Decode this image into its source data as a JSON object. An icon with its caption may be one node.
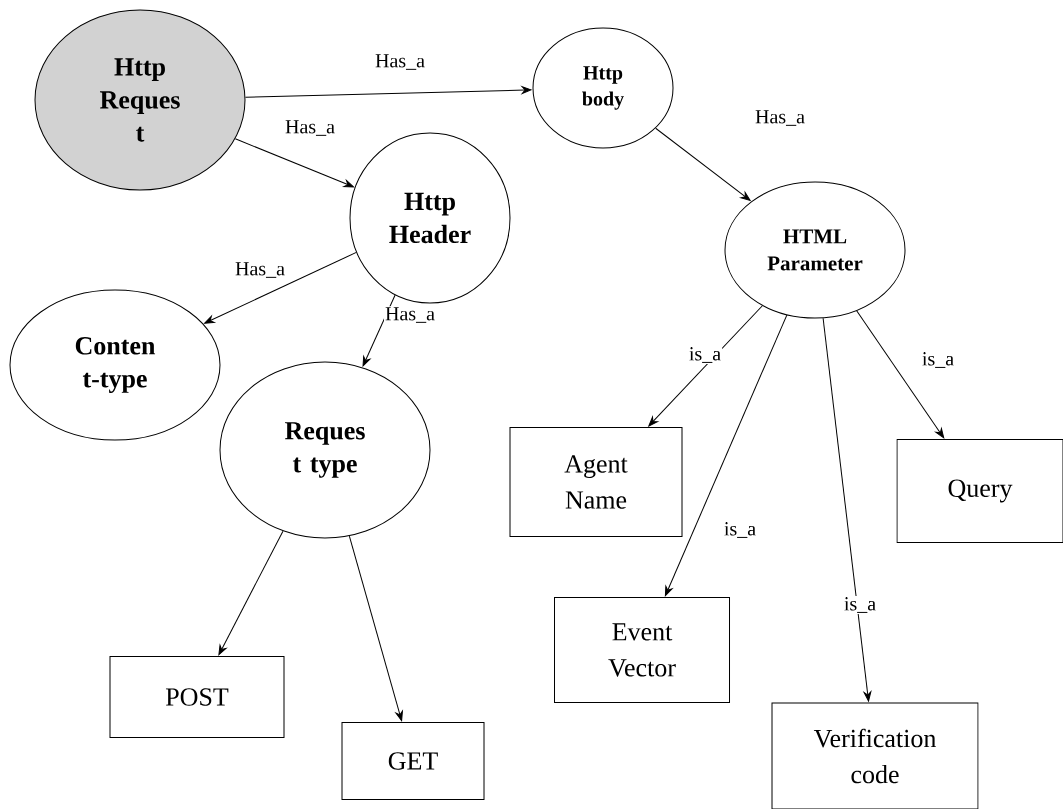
{
  "diagram": {
    "nodes": [
      {
        "text": [
          "Http Reques t"
        ]
      },
      {
        "text": [
          "Http body"
        ]
      },
      {
        "text": [
          "Http Header"
        ]
      },
      {
        "text": [
          "HTML Parameter"
        ]
      },
      {
        "text": [
          "Conten t-type"
        ]
      },
      {
        "text": [
          "Reques t type"
        ]
      },
      {
        "text": [
          "Agent Name"
        ]
      },
      {
        "text": [
          "Query"
        ]
      },
      {
        "text": [
          "Event Vector"
        ]
      },
      {
        "text": [
          "Verification code"
        ]
      },
      {
        "text": [
          "POST"
        ]
      },
      {
        "text": [
          "GET"
        ]
      }
    ],
    "edges": [
      {
        "from": 0,
        "to": 1,
        "arrow": "to",
        "label": "Has_a"
      },
      {
        "from": 0,
        "to": 2,
        "arrow": "to",
        "label": "Has_a"
      },
      {
        "from": 1,
        "to": 3,
        "arrow": "to",
        "label": "Has_a"
      },
      {
        "from": 2,
        "to": 4,
        "arrow": "to",
        "label": "Has_a"
      },
      {
        "from": 2,
        "to": 5,
        "arrow": "to",
        "label": "Has_a"
      },
      {
        "from": 3,
        "to": 6,
        "arrow": "to",
        "label": "is_a"
      },
      {
        "from": 3,
        "to": 8,
        "arrow": "to",
        "label": "is_a"
      },
      {
        "from": 3,
        "to": 9,
        "arrow": "to",
        "label": "is_a"
      },
      {
        "from": 3,
        "to": 7,
        "arrow": "to",
        "label": "is_a"
      },
      {
        "from": 5,
        "to": 10,
        "arrow": "to"
      },
      {
        "from": 5,
        "to": 11,
        "arrow": "to"
      }
    ]
  }
}
